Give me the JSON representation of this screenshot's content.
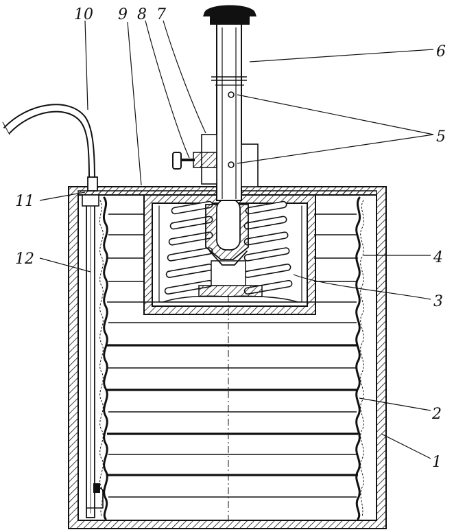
{
  "labels": [
    "10",
    "9",
    "8",
    "7",
    "6",
    "5",
    "11",
    "12",
    "4",
    "3",
    "2",
    "1"
  ],
  "colors": {
    "ink": "#111111",
    "paper": "#ffffff"
  }
}
